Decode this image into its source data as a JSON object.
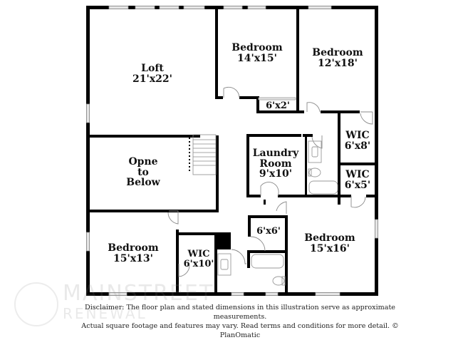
{
  "floor_plan": {
    "rooms": [
      {
        "id": "loft",
        "name": "Loft",
        "dimensions": "21'x22'"
      },
      {
        "id": "bedroom-top-middle",
        "name": "Bedroom",
        "dimensions": "14'x15'"
      },
      {
        "id": "bedroom-top-right",
        "name": "Bedroom",
        "dimensions": "12'x18'"
      },
      {
        "id": "closet-6x2",
        "name": "",
        "dimensions": "6'x2'"
      },
      {
        "id": "wic-6x8",
        "name": "WIC",
        "dimensions": "6'x8'"
      },
      {
        "id": "laundry-room",
        "name": "Laundry\nRoom",
        "name_line1": "Laundry",
        "name_line2": "Room",
        "dimensions": "9'x10'"
      },
      {
        "id": "wic-6x5",
        "name": "WIC",
        "dimensions": "6'x5'"
      },
      {
        "id": "open-to-below",
        "name_line1": "Opne",
        "name_line2": "to",
        "name_line3": "Below"
      },
      {
        "id": "bedroom-bottom-left",
        "name": "Bedroom",
        "dimensions": "15'x13'"
      },
      {
        "id": "wic-6x10",
        "name": "WIC",
        "dimensions": "6'x10'"
      },
      {
        "id": "closet-6x6",
        "name": "",
        "dimensions": "6'x6'"
      },
      {
        "id": "bedroom-bottom-right",
        "name": "Bedroom",
        "dimensions": "15'x16'"
      }
    ],
    "colors": {
      "wall": "#000000",
      "window": "#cfcfcf",
      "fixture": "#9a9a9a",
      "text": "#111111"
    }
  },
  "disclaimer": {
    "line1": "Disclaimer: The floor plan and stated dimensions in this illustration serve as approximate measurements.",
    "line2": "Actual square footage and features may vary. Read terms and conditions for more detail. © PlanOmatic"
  },
  "watermark": {
    "brand": "MAINSTREET",
    "sub": "RENEWAL"
  }
}
